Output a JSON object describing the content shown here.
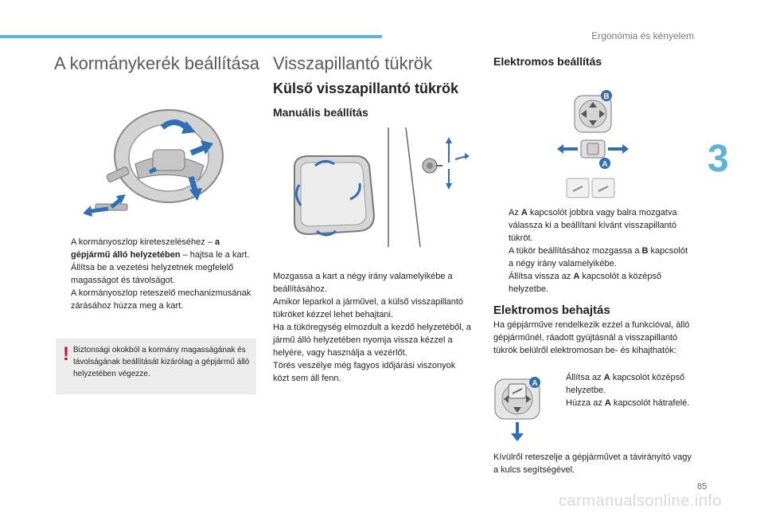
{
  "header": {
    "section": "Ergonómia és kényelem",
    "chapter": "3",
    "page_number": "85"
  },
  "watermark": "carmanualsonline.info",
  "col1": {
    "title": "A kormánykerék beállítása",
    "bullets": [
      {
        "pre": "A kormányoszlop kireteszeléséhez – ",
        "bold1": "a",
        "bold2": "gépjármű álló helyzetében",
        "post": " – hajtsa le a kart."
      },
      {
        "text": "Állítsa be a vezetési helyzetnek megfelelő magasságot és távolságot."
      },
      {
        "text": "A kormányoszlop reteszelő mechanizmusának zárásához húzza meg a kart."
      }
    ],
    "warning": "Biztonsági okokból a kormány magasságának és távolságának beállítását kizárólag a gépjármű álló helyzetében végezze."
  },
  "col2": {
    "title": "Visszapillantó tükrök",
    "subtitle": "Külső visszapillantó tükrök",
    "heading": "Manuális beállítás",
    "paragraphs": [
      "Mozgassa a kart a négy irány valamelyikébe a beállításához.",
      "Amikor leparkol a járművel, a külső visszapillantó tükröket kézzel lehet behajtani.",
      "Ha a tüköregység elmozdult a kezdő helyzetéből, a jármű álló helyzetében nyomja vissza kézzel a helyére, vagy használja a vezérlőt.",
      "Törés veszélye még fagyos időjárási viszonyok közt sem áll fenn."
    ]
  },
  "col3": {
    "heading1": "Elektromos beállítás",
    "label_b": "B",
    "label_a": "A",
    "bullets": [
      {
        "pre": "Az ",
        "bold": "A",
        "post": " kapcsolót jobbra vagy balra mozgatva válassza ki a beállítani kívánt visszapillantó tükröt."
      },
      {
        "pre": "A tükör beállításához mozgassa a ",
        "bold": "B",
        "post": " kapcsolót a négy irány valamelyikébe."
      },
      {
        "pre": "Állítsa vissza az ",
        "bold": "A",
        "post": " kapcsolót a középső helyzetbe."
      }
    ],
    "heading2": "Elektromos behajtás",
    "fold_intro": "Ha gépjárműve rendelkezik ezzel a funkcióval, álló gépjárműnél, ráadott gyújtásnál a visszapillantó tükrök belülről elektromosan be- és kihajthatók:",
    "fold_bullets": [
      {
        "pre": "Állítsa az ",
        "bold": "A",
        "post": " kapcsolót középső helyzetbe."
      },
      {
        "pre": "Húzza az ",
        "bold": "A",
        "post": " kapcsolót hátrafelé."
      }
    ],
    "outro": "Kívülről reteszelje a gépjárművet a távirányító vagy a kulcs segítségével."
  },
  "bullet_marker": "",
  "colors": {
    "accent": "#5db3d9",
    "arrow": "#2e6fb5",
    "warning_mark": "#d0112b",
    "warning_bg": "#ececec"
  },
  "icons": [
    "steering-wheel-diagram",
    "manual-mirror-diagram",
    "mirror-switch-diagram",
    "fold-switch-diagram"
  ]
}
